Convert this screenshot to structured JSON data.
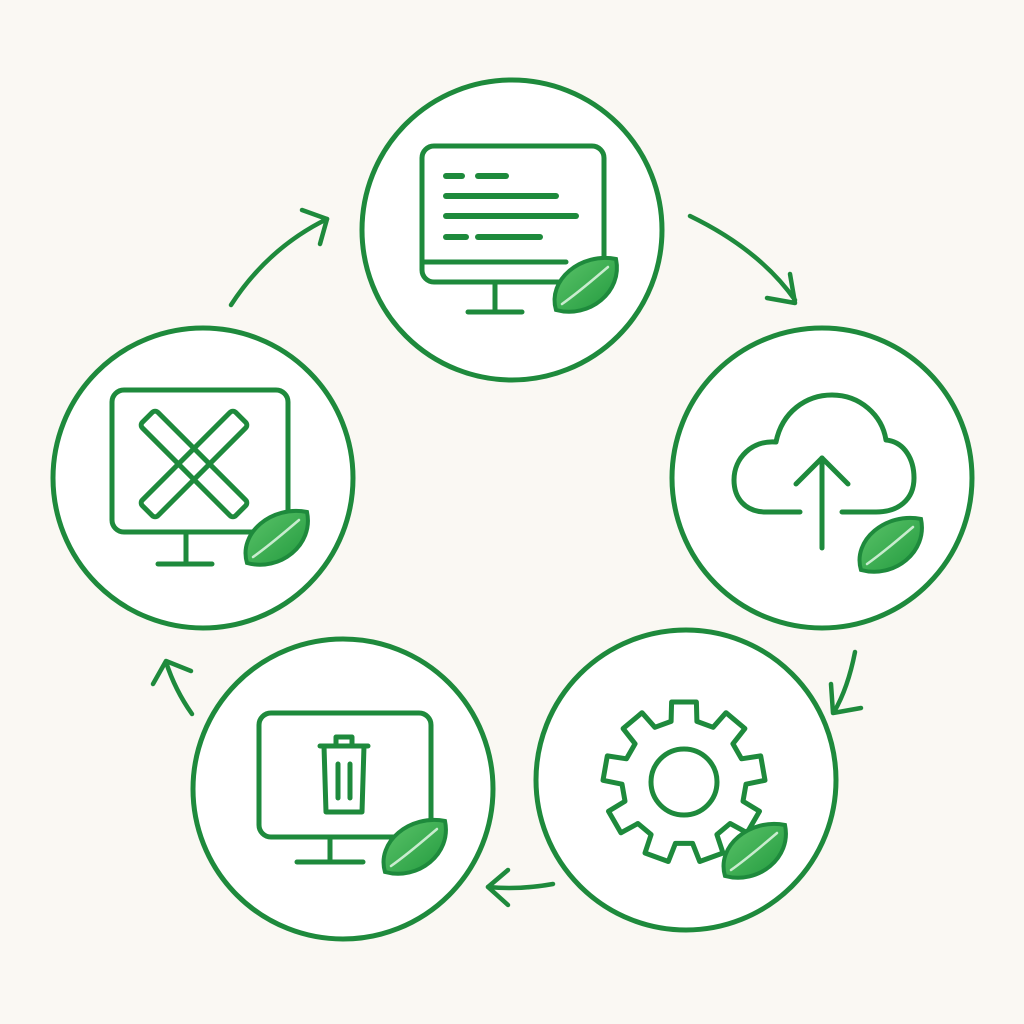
{
  "colors": {
    "background": "#faf8f3",
    "accent": "#1e8a3c",
    "circle_fill": "#ffffff",
    "leaf_light": "#5cc46a",
    "leaf_dark": "#229a3e"
  },
  "cycle": {
    "direction": "clockwise",
    "stages": [
      {
        "id": "develop",
        "icon": "monitor-code-icon"
      },
      {
        "id": "deploy",
        "icon": "cloud-upload-icon"
      },
      {
        "id": "operate",
        "icon": "gear-icon"
      },
      {
        "id": "dispose",
        "icon": "monitor-trash-icon"
      },
      {
        "id": "decommission",
        "icon": "monitor-tools-icon"
      }
    ],
    "badge_icon": "leaf-icon"
  }
}
